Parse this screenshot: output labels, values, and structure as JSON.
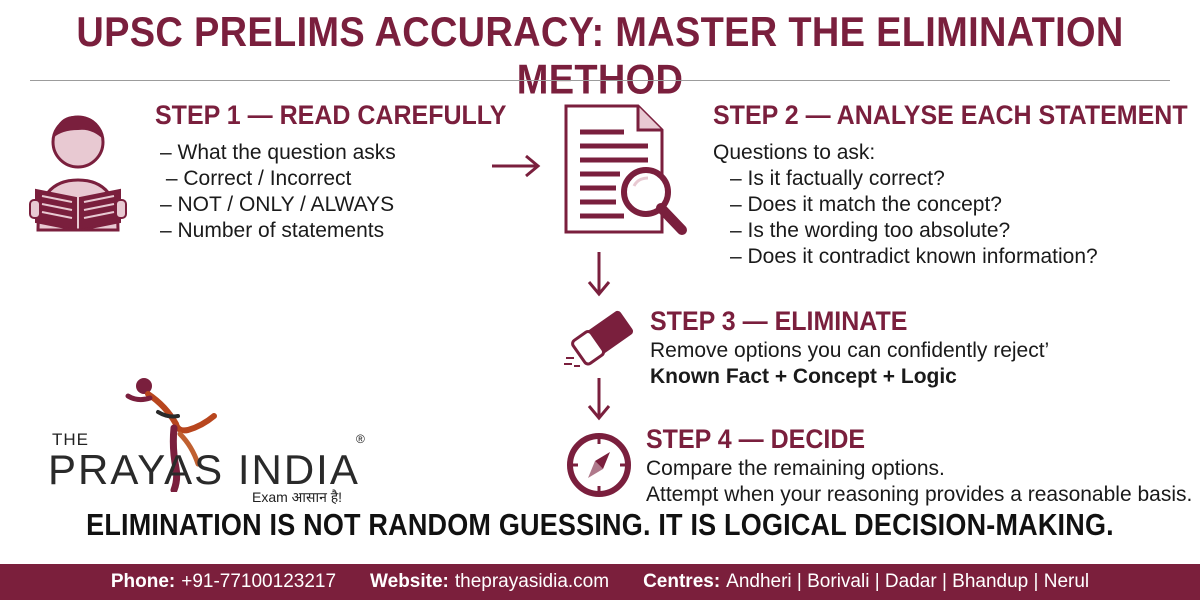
{
  "title": "UPSC PRELIMS ACCURACY: MASTER THE ELIMINATION METHOD",
  "step1": {
    "title": "STEP 1 — READ CAREFULLY",
    "items": [
      "– What the question asks",
      " – Correct / Incorrect",
      "– NOT / ONLY / ALWAYS",
      "– Number of statements"
    ]
  },
  "step2": {
    "title": "STEP 2 — ANALYSE EACH STATEMENT",
    "intro": "Questions to ask:",
    "items": [
      "– Is it factually correct?",
      "– Does it match the concept?",
      "– Is the wording too absolute?",
      "– Does it contradict known information?"
    ]
  },
  "step3": {
    "title": "STEP 3 — ELIMINATE",
    "line1": "Remove options you can confidently reject’",
    "line2": "Known Fact + Concept + Logic"
  },
  "step4": {
    "title": "STEP 4 — DECIDE",
    "line1": "Compare the remaining options.",
    "line2": "Attempt when your reasoning provides a reasonable basis."
  },
  "banner": "ELIMINATION IS NOT RANDOM GUESSING. IT IS LOGICAL DECISION-MAKING.",
  "logo": {
    "the": "THE",
    "name": "PRAYAS INDIA",
    "reg": "®",
    "tagline": "Exam आसान है!"
  },
  "contact": {
    "phone_label": "Phone:",
    "phone": "+91-77100123217",
    "website_label": "Website:",
    "website": "theprayasidia.com",
    "centres_label": "Centres:",
    "centres": "Andheri | Borivali | Dadar | Bhandup | Nerul"
  },
  "colors": {
    "accent": "#7a1f3d",
    "accent_light": "#e8c9d2",
    "bar": "#7b1f3c"
  },
  "icons": [
    "reader-icon",
    "arrow-right-icon",
    "document-search-icon",
    "arrow-down-icon",
    "eraser-icon",
    "compass-icon",
    "dancer-logo-icon"
  ]
}
